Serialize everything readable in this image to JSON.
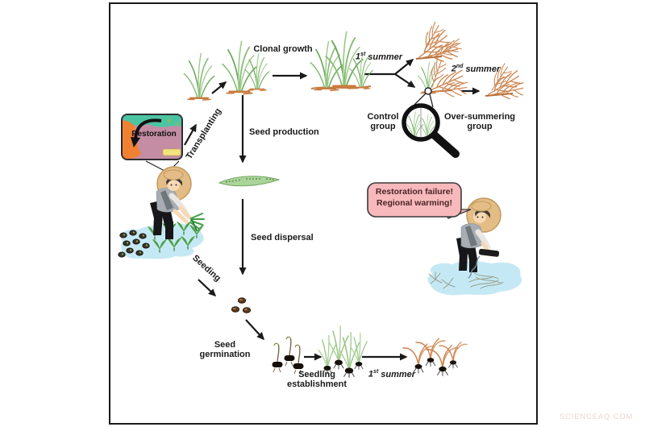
{
  "figure": {
    "labels": {
      "clonal_growth": "Clonal growth",
      "transplanting": "Transplanting",
      "seed_production": "Seed production",
      "seed_dispersal": "Seed dispersal",
      "seeding": "Seeding",
      "seed_germination": [
        "Seed",
        "germination"
      ],
      "seedling_establishment": [
        "Seedling",
        "establishment"
      ],
      "control_group": [
        "Control",
        "group"
      ],
      "oversummering_group": [
        "Over-summering",
        "group"
      ]
    },
    "summers": {
      "first_top": {
        "num": "1",
        "ord": "st",
        "word": "summer"
      },
      "second": {
        "num": "2",
        "ord": "nd",
        "word": "summer"
      },
      "first_bottom": {
        "num": "1",
        "ord": "st",
        "word": "summer"
      }
    },
    "map_inset": {
      "label": "Restoration"
    },
    "speech_bubble": {
      "line1": "Restoration failure!",
      "line2": "Regional warming!"
    },
    "watermark": "SCIENCEAQ.COM",
    "colors": {
      "grass_green": "#7fb86b",
      "grass_green_dark": "#5e9e4e",
      "withered_orange": "#cd8450",
      "rhizome_brown": "#c97c3f",
      "water_blue": "#c5e9f4",
      "bubble_pink": "#f7b9bc",
      "map_sea_teal": "#4cc4a2",
      "map_land_orange": "#f08032",
      "map_region_mauve": "#c48da4",
      "hat_tan": "#e3bd85",
      "arrow_black": "#1a1a1a",
      "watermark_pink": "#eed4d2"
    }
  }
}
